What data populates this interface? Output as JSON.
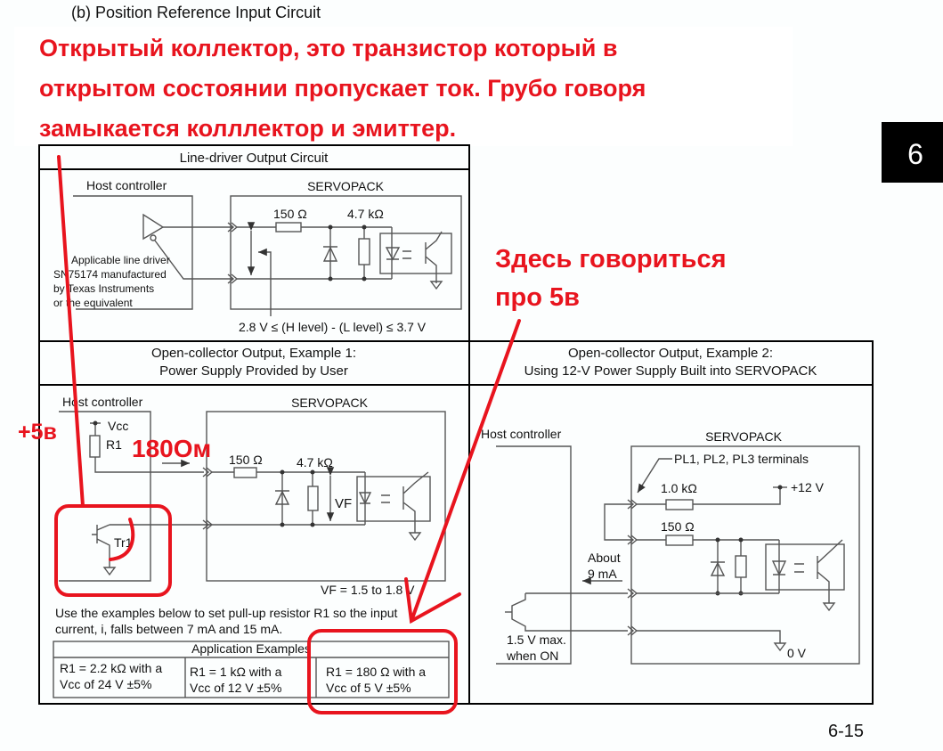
{
  "section_title": "(b) Position Reference Input Circuit",
  "chapter_tab": "6",
  "page_number": "6-15",
  "annotations": {
    "open_collector_note": [
      "Открытый коллектор, это транзистор который в",
      "открытом состоянии пропускает ток. Грубо говоря",
      "замыкается колллектор и эмиттер."
    ],
    "plus5v": "+5в",
    "ohm180": "180Ом",
    "here_5v": [
      "Здесь говориться",
      "про 5в"
    ],
    "color": "#e8141e"
  },
  "line_driver": {
    "title": "Line-driver Output Circuit",
    "host_label": "Host controller",
    "servopack_label": "SERVOPACK",
    "r1": "150 Ω",
    "r2": "4.7 kΩ",
    "note": [
      "Applicable line driver",
      "SN75174 manufactured",
      "by Texas Instruments",
      "or the equivalent"
    ],
    "level": "2.8 V ≤ (H level) - (L level) ≤ 3.7 V"
  },
  "example1": {
    "title": [
      "Open-collector Output, Example 1:",
      "Power Supply Provided by User"
    ],
    "host_label": "Host controller",
    "servopack_label": "SERVOPACK",
    "vcc": "Vcc",
    "r1_label": "R1",
    "r_150": "150 Ω",
    "r_47k": "4.7 kΩ",
    "vf": "VF",
    "tr": "Tr1",
    "vf_range": "VF = 1.5 to 1.8 V",
    "instruction": [
      "Use the examples below to set pull-up resistor R1 so the input",
      "current, i, falls between 7 mA and 15 mA."
    ],
    "table_header": "Application Examples",
    "table_cells": [
      [
        "R1 = 2.2 kΩ with a",
        "Vcc of 24 V ±5%"
      ],
      [
        "R1 = 1 kΩ with a",
        "Vcc of 12 V ±5%"
      ],
      [
        "R1 = 180 Ω with a",
        "Vcc of 5 V ±5%"
      ]
    ]
  },
  "example2": {
    "title": [
      "Open-collector Output, Example 2:",
      "Using 12-V Power Supply Built into SERVOPACK"
    ],
    "host_label": "Host controller",
    "servopack_label": "SERVOPACK",
    "terminals": "PL1, PL2, PL3 terminals",
    "r_1k": "1.0 kΩ",
    "v12": "+12 V",
    "r_150": "150 Ω",
    "current": [
      "About",
      "9 mA"
    ],
    "vmax": [
      "1.5 V max.",
      "when ON"
    ],
    "v0": "0 V"
  }
}
